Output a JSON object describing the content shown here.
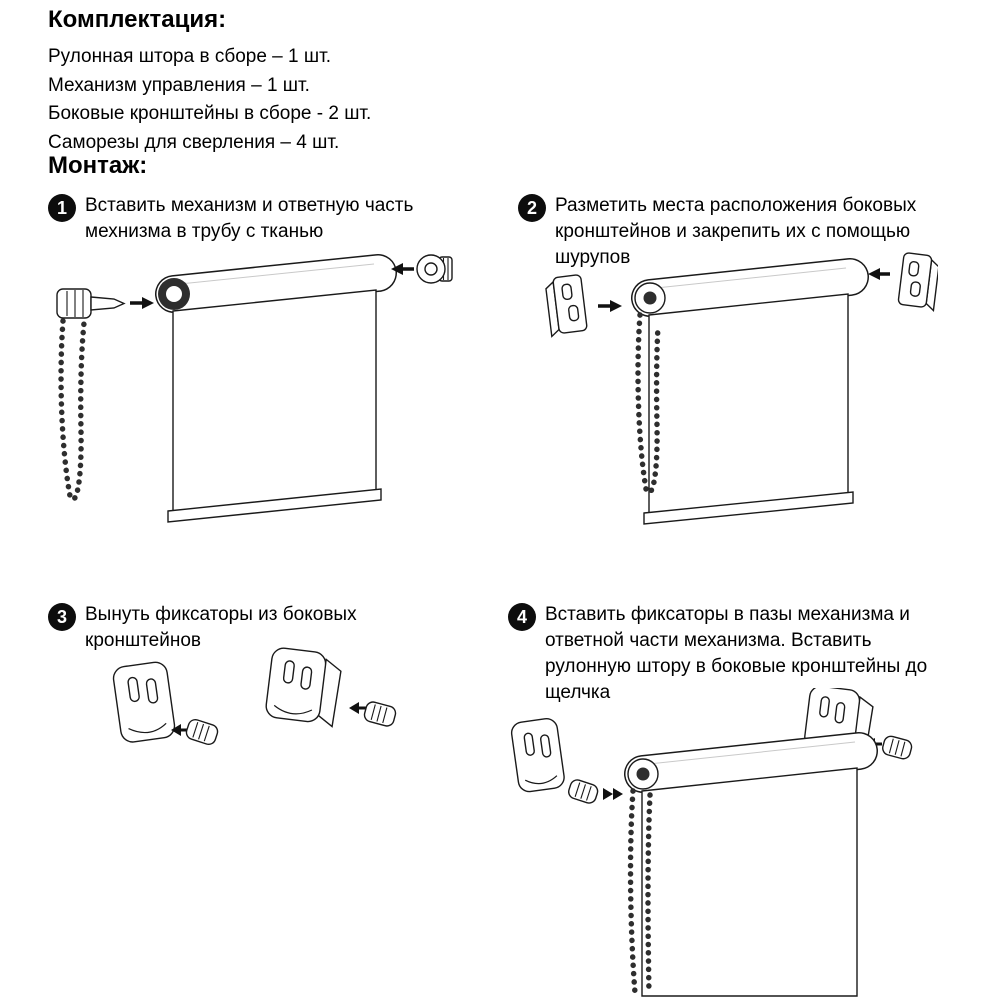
{
  "colors": {
    "text": "#000000",
    "badge_bg": "#0d0d0d",
    "badge_text": "#ffffff",
    "line": "#1a1a1a",
    "background": "#ffffff"
  },
  "package": {
    "title": "Комплектация:",
    "items": [
      "Рулонная штора в сборе – 1 шт.",
      "Механизм управления – 1 шт.",
      "Боковые кронштейны в сборе - 2 шт.",
      "Саморезы для сверления – 4 шт."
    ]
  },
  "installation": {
    "title": "Монтаж:",
    "steps": [
      {
        "number": "1",
        "text": "Вставить механизм и ответную часть мехнизма в трубу с тканью"
      },
      {
        "number": "2",
        "text": "Разметить места расположения боковых кронштейнов и закрепить их с помощью шурупов"
      },
      {
        "number": "3",
        "text": "Вынуть фиксаторы из боковых кронштейнов"
      },
      {
        "number": "4",
        "text": "Вставить фиксаторы в пазы механизма и ответной части механизма. Вставить рулонную штору в боковые кронштейны до щелчка"
      }
    ]
  }
}
